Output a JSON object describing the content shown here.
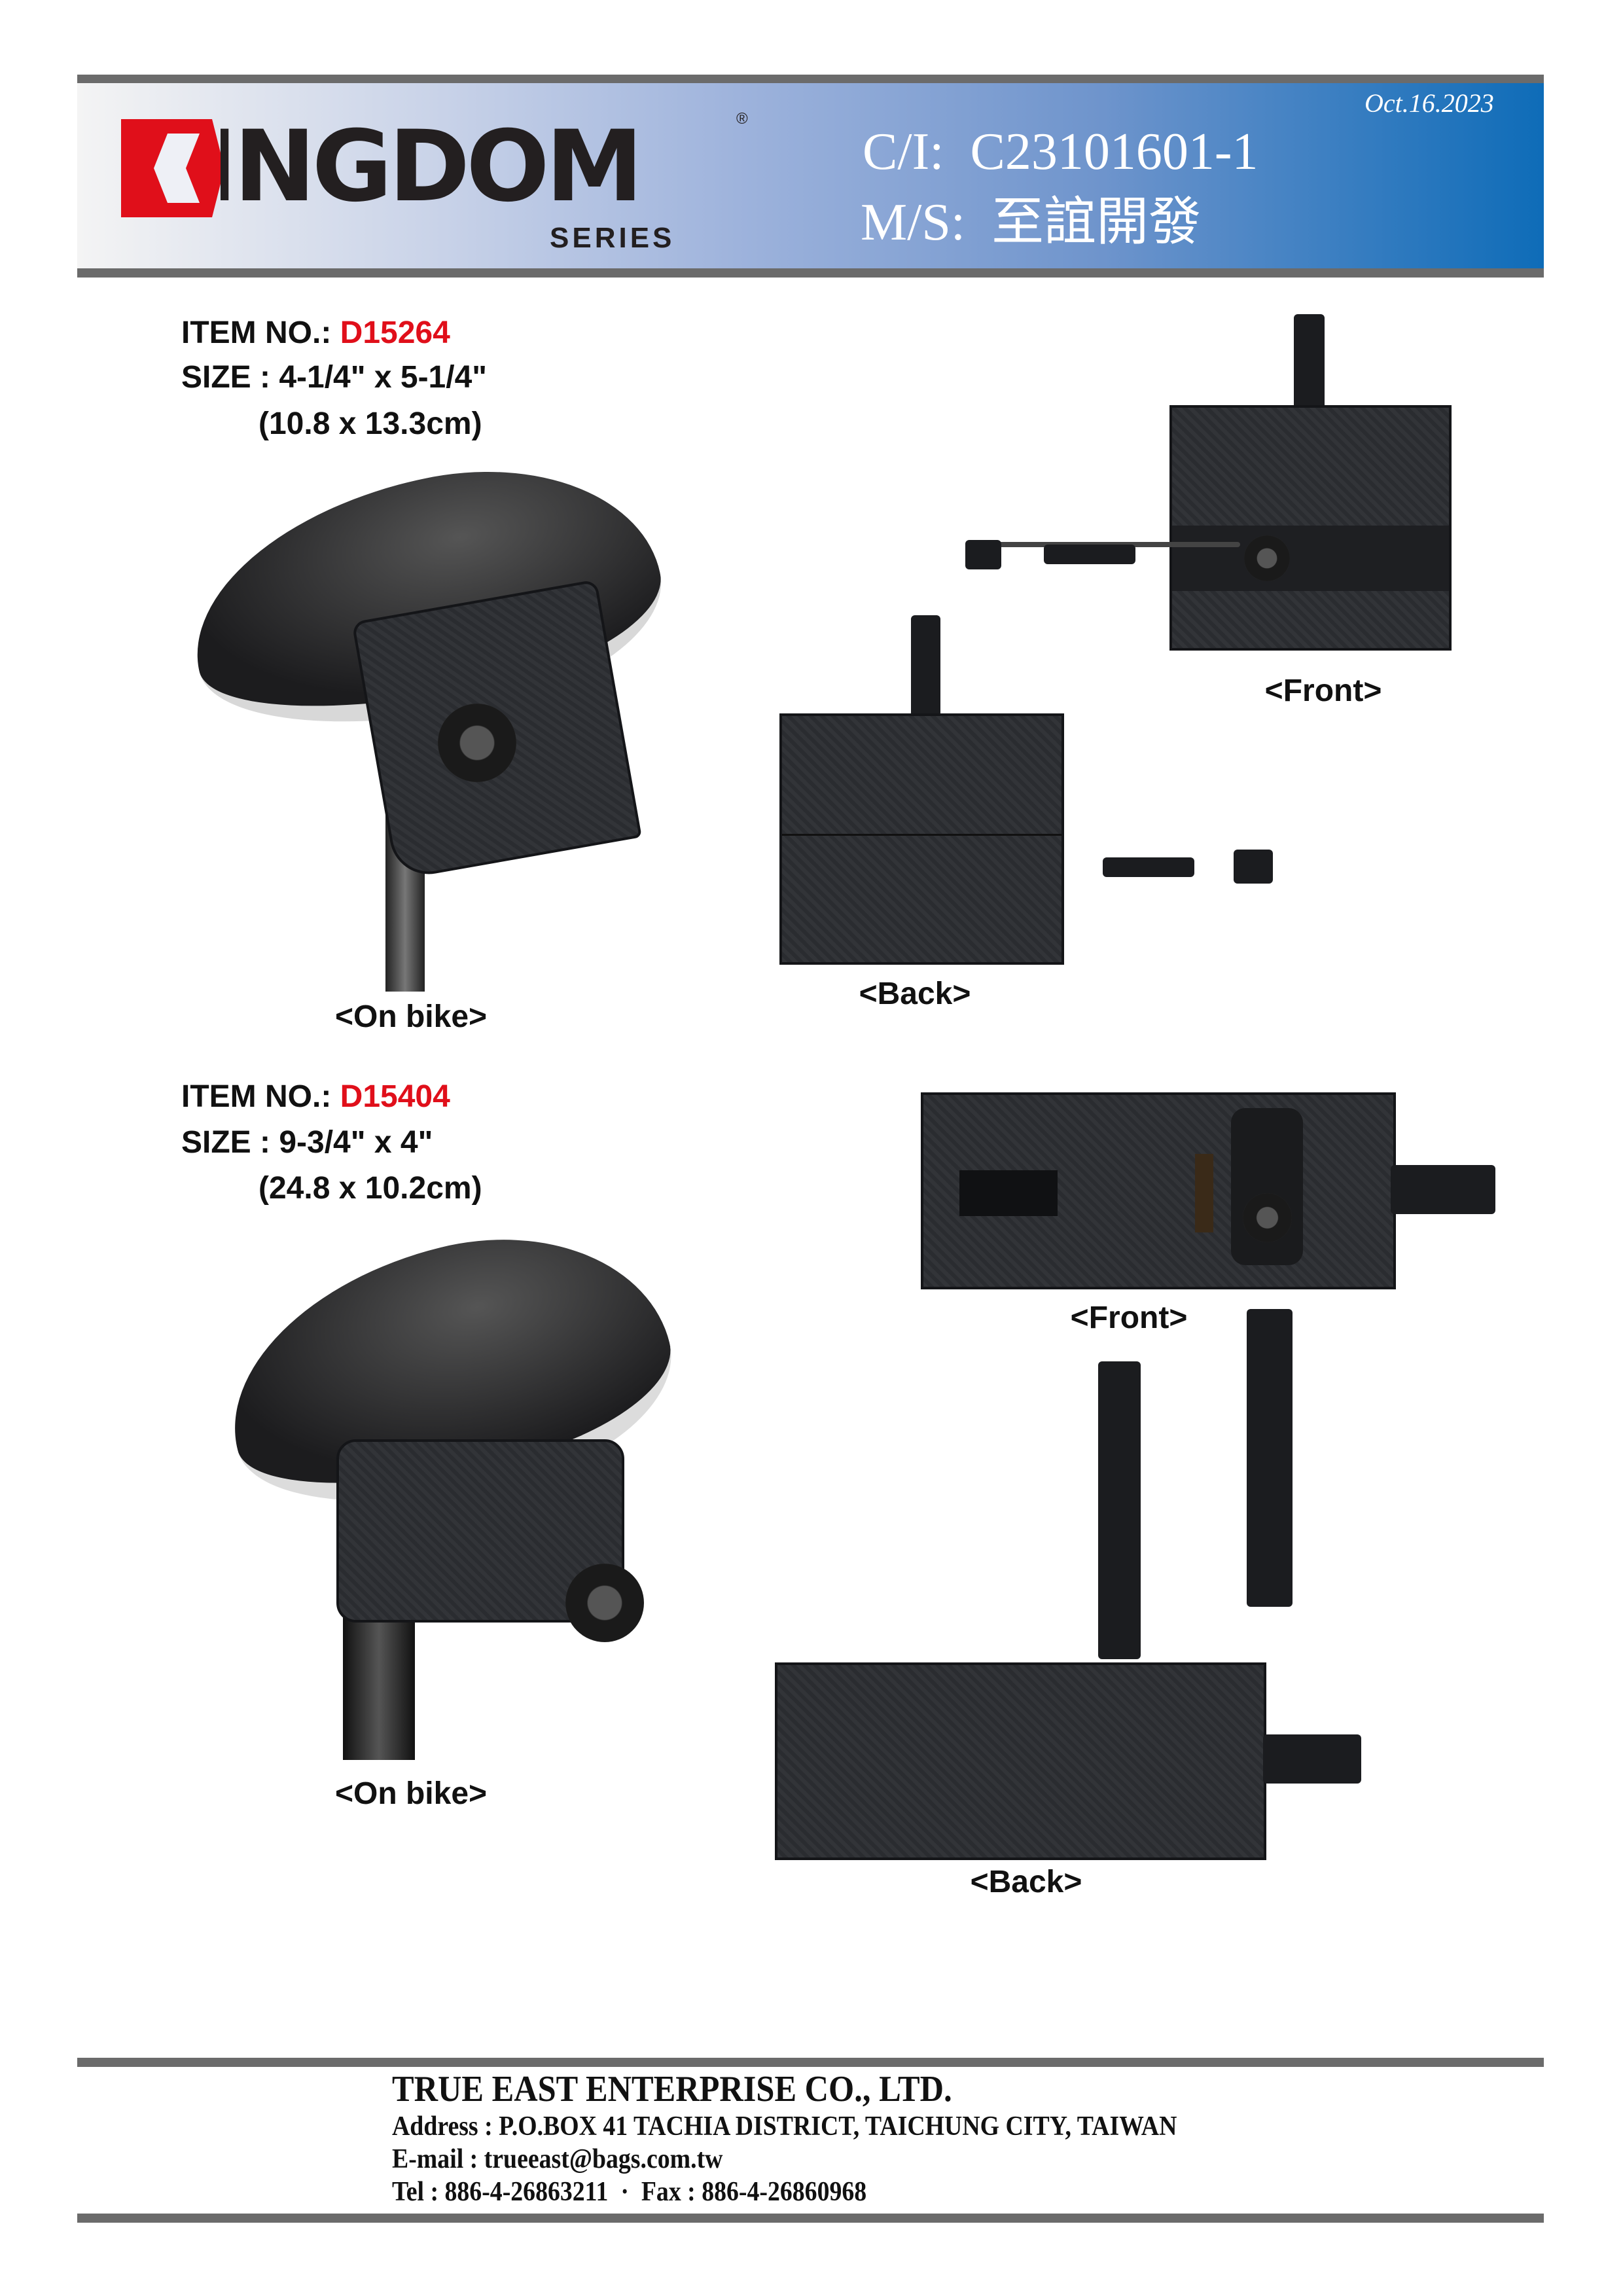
{
  "header": {
    "brand": "KINGDOM",
    "brand_sub": "SERIES",
    "registered": "®",
    "date": "Oct.16.2023",
    "ci_label": "C/I:",
    "ci_value": "C23101601-1",
    "ms_label": "M/S:",
    "ms_value": "至誼開發"
  },
  "items": [
    {
      "item_label": "ITEM NO.:",
      "item_no": "D15264",
      "size": "SIZE : 4-1/4\" x 5-1/4\"",
      "size_cm": "(10.8 x 13.3cm)",
      "labels": {
        "on_bike": "<On bike>",
        "front": "<Front>",
        "back": "<Back>"
      }
    },
    {
      "item_label": "ITEM NO.:",
      "item_no": "D15404",
      "size": "SIZE : 9-3/4\" x 4\"",
      "size_cm": "(24.8 x 10.2cm)",
      "labels": {
        "on_bike": "<On bike>",
        "front": "<Front>",
        "back": "<Back>"
      }
    }
  ],
  "footer": {
    "company": "TRUE  EAST  ENTERPRISE  CO., LTD.",
    "address": "Address : P.O.BOX 41 TACHIA DISTRICT, TAICHUNG  CITY, TAIWAN",
    "email": "E-mail : trueeast@bags.com.tw",
    "tel": "Tel : 886-4-26863211",
    "sep": "·",
    "fax": "Fax : 886-4-26860968"
  },
  "colors": {
    "accent_red": "#e00f1a",
    "header_blue": "#0e6cb8",
    "bar_gray": "#6b6b6b"
  }
}
